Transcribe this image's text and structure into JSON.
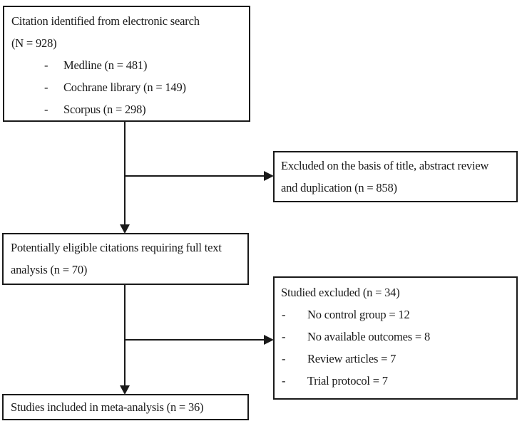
{
  "meta": {
    "background_color": "#ffffff",
    "line_color": "#1a1a1a",
    "text_color": "#1a1a1a",
    "bullet": "-"
  },
  "diagram": {
    "identified": {
      "line1": "Citation identified from electronic search",
      "line2": "(N = 928)",
      "items": [
        "Medline (n = 481)",
        "Cochrane library (n = 149)",
        "Scorpus (n = 298)"
      ]
    },
    "excluded_initial": {
      "line1": "Excluded on the basis of title, abstract review",
      "line2": "and duplication (n = 858)"
    },
    "full_text": {
      "line1": "Potentially eligible citations requiring full text",
      "line2": "analysis (n = 70)"
    },
    "excluded_full_text": {
      "title": "Studied excluded (n = 34)",
      "items": [
        "No control group = 12",
        "No available outcomes = 8",
        "Review articles = 7",
        "Trial protocol = 7"
      ]
    },
    "included": {
      "line1": "Studies included in meta-analysis (n = 36)"
    }
  }
}
